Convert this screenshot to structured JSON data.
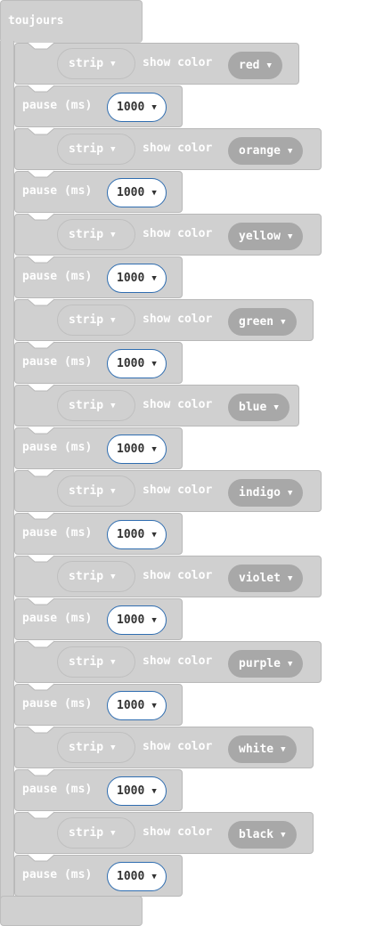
{
  "loop": {
    "label": "toujours"
  },
  "strip_label": "strip",
  "show_label": "show color",
  "pause_label": "pause (ms)",
  "caret": "▼",
  "rows": [
    {
      "color": "red",
      "pause": "1000"
    },
    {
      "color": "orange",
      "pause": "1000"
    },
    {
      "color": "yellow",
      "pause": "1000"
    },
    {
      "color": "green",
      "pause": "1000"
    },
    {
      "color": "blue",
      "pause": "1000"
    },
    {
      "color": "indigo",
      "pause": "1000"
    },
    {
      "color": "violet",
      "pause": "1000"
    },
    {
      "color": "purple",
      "pause": "1000"
    },
    {
      "color": "white",
      "pause": "1000"
    },
    {
      "color": "black",
      "pause": "1000"
    }
  ],
  "colors": {
    "block_bg": "#d0d0d0",
    "dropdown_bg": "#a8a8a8",
    "number_border": "#2f6db0"
  }
}
